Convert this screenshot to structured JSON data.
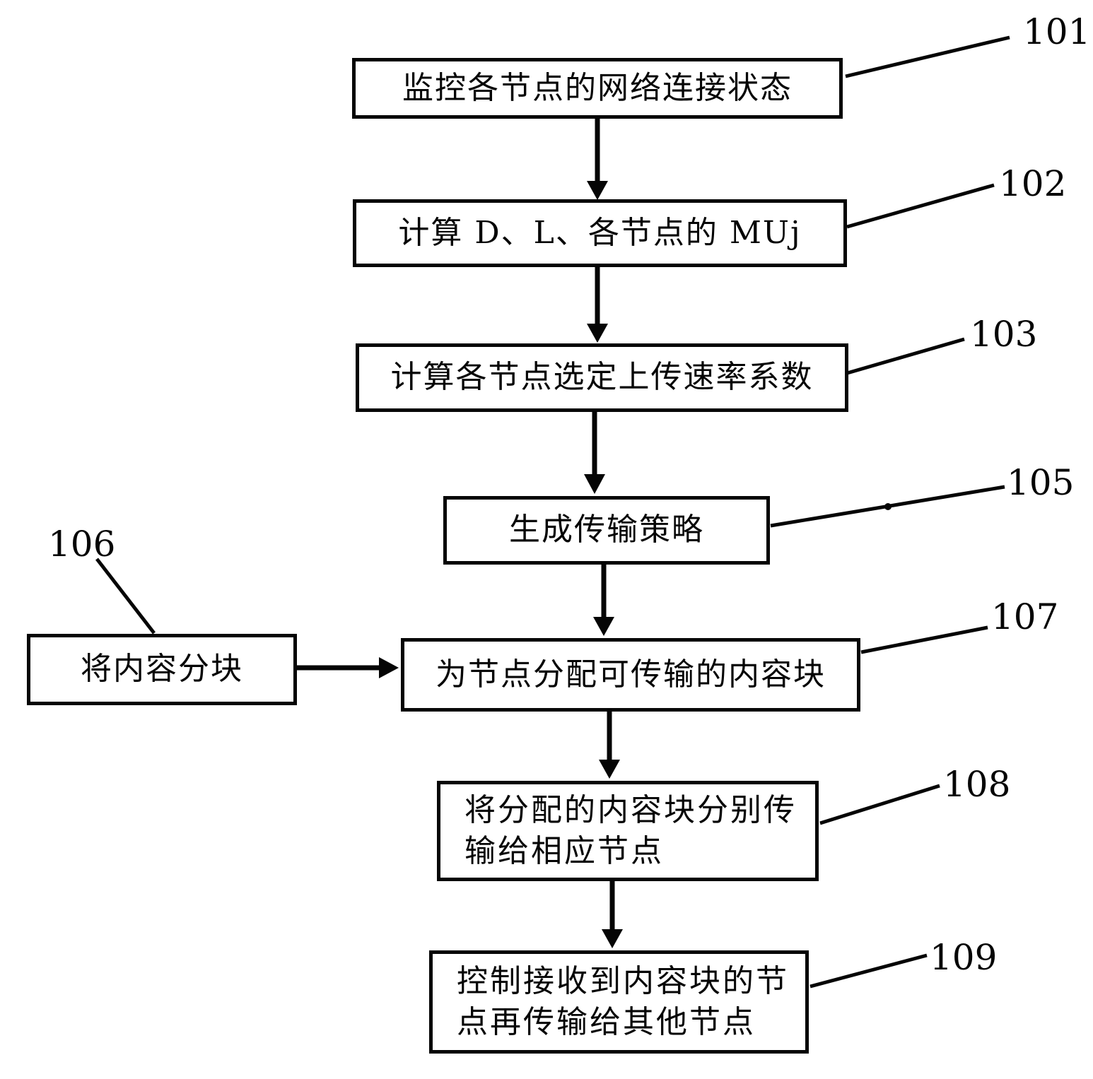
{
  "diagram": {
    "type": "flowchart",
    "background_color": "#ffffff",
    "ink_color": "#050505"
  },
  "nodes": [
    {
      "ref": "101",
      "lines": [
        "监控各节点的网络连接状态"
      ]
    },
    {
      "ref": "102",
      "lines": [
        "计算 D、L、各节点的 MUj"
      ]
    },
    {
      "ref": "103",
      "lines": [
        "计算各节点选定上传速率系数"
      ]
    },
    {
      "ref": "105",
      "lines": [
        "生成传输策略"
      ]
    },
    {
      "ref": "106",
      "lines": [
        "将内容分块"
      ]
    },
    {
      "ref": "107",
      "lines": [
        "为节点分配可传输的内容块"
      ]
    },
    {
      "ref": "108",
      "lines": [
        "将分配的内容块分别传",
        "输给相应节点"
      ]
    },
    {
      "ref": "109",
      "lines": [
        "控制接收到内容块的节",
        "点再传输给其他节点"
      ]
    }
  ],
  "edges": [
    {
      "from": "101",
      "to": "102",
      "type": "arrow-down"
    },
    {
      "from": "102",
      "to": "103",
      "type": "arrow-down"
    },
    {
      "from": "103",
      "to": "105",
      "type": "arrow-down"
    },
    {
      "from": "105",
      "to": "107",
      "type": "arrow-down"
    },
    {
      "from": "106",
      "to": "107",
      "type": "arrow-right"
    },
    {
      "from": "107",
      "to": "108",
      "type": "arrow-down"
    },
    {
      "from": "108",
      "to": "109",
      "type": "arrow-down"
    }
  ]
}
